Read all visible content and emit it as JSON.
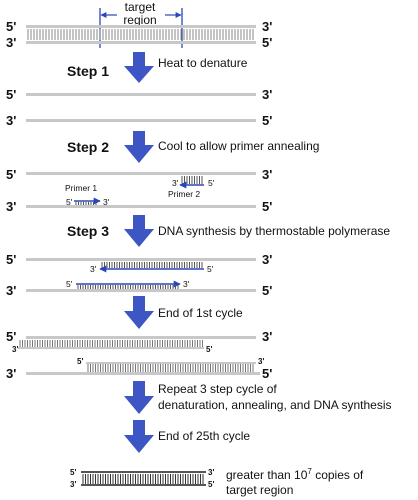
{
  "labels": {
    "target": "target",
    "region": "region",
    "prime5": "5'",
    "prime3": "3'",
    "primer1": "Primer 1",
    "primer2": "Primer 2"
  },
  "steps": [
    {
      "label": "Step 1",
      "text": "Heat to denature"
    },
    {
      "label": "Step 2",
      "text": "Cool to allow primer annealing"
    },
    {
      "label": "Step 3",
      "text": "DNA synthesis by thermostable polymerase"
    }
  ],
  "cycle_end_1": "End of 1st cycle",
  "repeat_line1": "Repeat 3 step cycle of",
  "repeat_line2": "denaturation, annealing, and DNA synthesis",
  "cycle_end_25": "End of 25th cycle",
  "result_line1": "greater than 10",
  "result_exp": "7",
  "result_line1_tail": " copies of",
  "result_line2": "target region",
  "colors": {
    "strand": "#cccccc",
    "arrow": "#3d56c4",
    "primer": "#2b46b8",
    "text": "#111111"
  }
}
